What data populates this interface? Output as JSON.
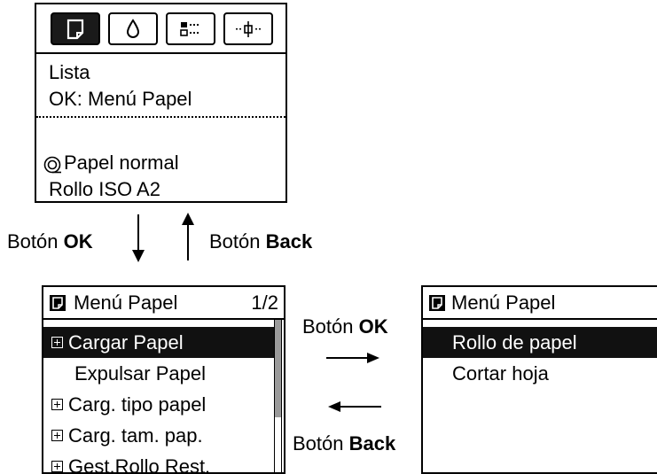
{
  "top_panel": {
    "tabs": [
      {
        "icon": "paper-sheet-icon",
        "active": true
      },
      {
        "icon": "ink-drop-icon",
        "active": false
      },
      {
        "icon": "job-list-icon",
        "active": false
      },
      {
        "icon": "printhead-adjust-icon",
        "active": false
      }
    ],
    "status": "Lista",
    "hint": "OK: Menú Papel",
    "paper_type": "Papel normal",
    "paper_size": "Rollo ISO A2",
    "roll_icon": "roll-icon"
  },
  "vertical_nav": {
    "ok_prefix": "Botón ",
    "ok_key": "OK",
    "back_prefix": "Botón ",
    "back_key": "Back"
  },
  "left_menu": {
    "title": "Menú Papel",
    "page": "1/2",
    "items": [
      {
        "label": "Cargar Papel",
        "expandable": true,
        "selected": true
      },
      {
        "label": "Expulsar Papel",
        "expandable": false,
        "selected": false
      },
      {
        "label": "Carg. tipo papel",
        "expandable": true,
        "selected": false
      },
      {
        "label": "Carg. tam. pap.",
        "expandable": true,
        "selected": false
      },
      {
        "label": "Gest.Rollo Rest.",
        "expandable": true,
        "selected": false
      }
    ],
    "scroll_fraction": 0.5
  },
  "horizontal_nav": {
    "ok_prefix": "Botón ",
    "ok_key": "OK",
    "back_prefix": "Botón ",
    "back_key": "Back"
  },
  "right_menu": {
    "title": "Menú Papel",
    "items": [
      {
        "label": "Rollo de papel",
        "selected": true
      },
      {
        "label": "Cortar hoja",
        "selected": false
      }
    ]
  }
}
